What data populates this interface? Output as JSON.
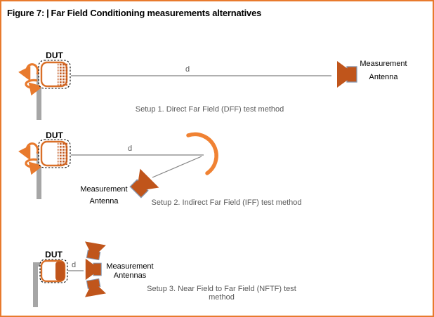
{
  "title": {
    "prefix": "Figure 7:",
    "separator": "|",
    "text": "Far Field Conditioning measurements alternatives"
  },
  "colors": {
    "frame_border": "#E87A2D",
    "orange_bright": "#ED7D31",
    "orange_arc": "#F08233",
    "orange_dark_horn": "#C0551B",
    "dut_border_orange": "#D96F27",
    "horn_stroke_blue_gray": "#8496B0",
    "pole_gray": "#A6A6A6",
    "line_gray": "#808080",
    "text_gray": "#595959",
    "text_black": "#000000"
  },
  "setups": [
    {
      "name": "Setup 1",
      "dut_label": "DUT",
      "distance_label": "d",
      "antenna_label": [
        "Measurement",
        "Antenna"
      ],
      "caption": "Setup 1. Direct Far Field (DFF) test method"
    },
    {
      "name": "Setup 2",
      "dut_label": "DUT",
      "distance_label": "d",
      "antenna_label": [
        "Measurement",
        "Antenna"
      ],
      "caption": "Setup 2. Indirect Far Field (IFF) test method"
    },
    {
      "name": "Setup 3",
      "dut_label": "DUT",
      "distance_label": "d",
      "antenna_label": [
        "Measurement",
        "Antennas"
      ],
      "caption": "Setup 3. Near Field to Far Field (NFTF) test method"
    }
  ]
}
